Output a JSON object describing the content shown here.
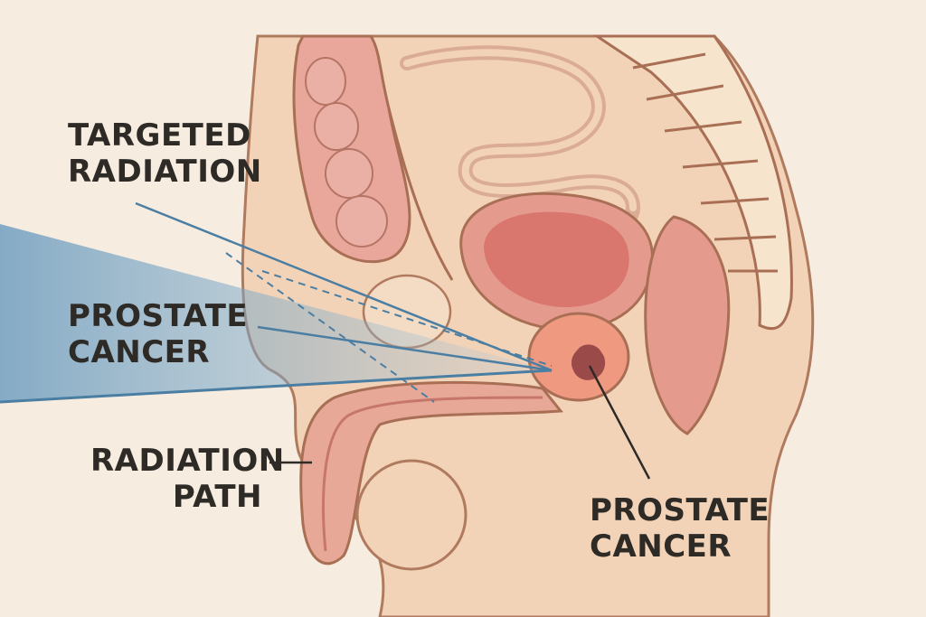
{
  "labels": {
    "targeted_radiation": {
      "line1": "TARGETED",
      "line2": "RADIATION"
    },
    "prostate_cancer_left": {
      "line1": "PROSTATE",
      "line2": "CANCER"
    },
    "radiation_path": {
      "line1": "RADIATION",
      "line2": "PATH"
    },
    "prostate_cancer_bottom": {
      "line1": "PROSTATE",
      "line2": "CANCER"
    }
  },
  "colors": {
    "background": "#f7ece0",
    "skin": "#f2d3b8",
    "outline": "#a96f55",
    "organ": "#e59a8e",
    "organ_dark": "#d9766d",
    "radiation_beam": "#6f9fc0",
    "tumor": "#9a4a48",
    "text": "#2e2a26"
  }
}
